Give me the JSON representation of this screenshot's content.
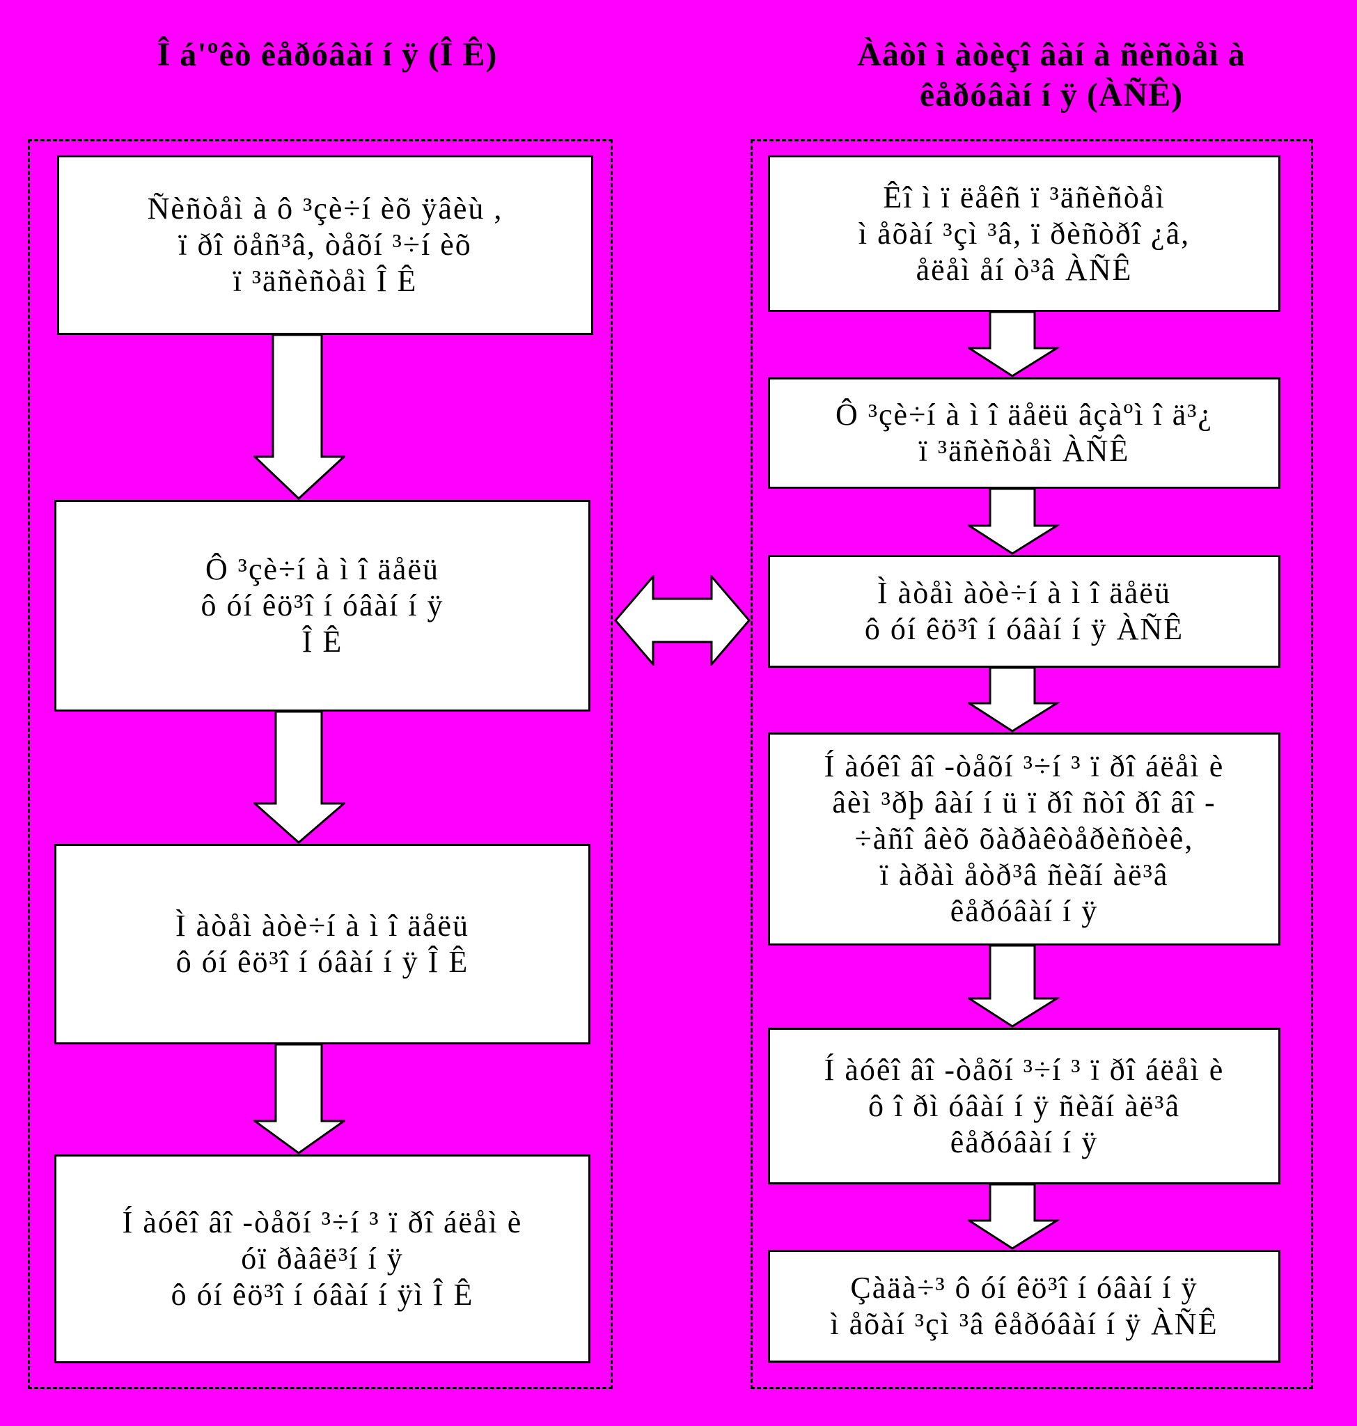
{
  "headings": {
    "left": "Î á'ºêò êåðóâàí í ÿ (Î Ê)",
    "right": "Àâòî ì àòèçî âàí à ñèñòåì à\nêåðóâàí í ÿ (ÀÑÊ)"
  },
  "left_column": {
    "boxes": [
      "Ñèñòåì à ô ³çè÷í èõ ÿâèù ,\nï ðî öåñ³â, òåõí ³÷í èõ\nï ³äñèñòåì  Î Ê",
      "Ô ³çè÷í à ì î äåëü\nô óí êö³î í óâàí í ÿ\nÎ Ê",
      "Ì àòåì àòè÷í à ì î äåëü\nô óí êö³î í óâàí í ÿ Î Ê",
      "Í àóêî âî -òåõí ³÷í ³ ï ðî áëåì è\nóï ðàâë³í í ÿ\nô óí êö³î í óâàí í ÿì  Î Ê"
    ]
  },
  "right_column": {
    "boxes": [
      "Êî ì ï ëåêñ ï ³äñèñòåì\nì åõàí ³çì ³â, ï ðèñòðî ¿â,\nåëåì åí ò³â ÀÑÊ",
      "Ô ³çè÷í à ì î äåëü âçàºì î ä³¿\nï ³äñèñòåì  ÀÑÊ",
      "Ì àòåì àòè÷í à ì î äåëü\nô óí êö³î í óâàí í ÿ ÀÑÊ",
      "Í àóêî âî -òåõí ³÷í ³ ï ðî áëåì è\nâèì ³ðþ âàí í ü ï ðî ñòî ðî âî -\n÷àñî âèõ õàðàêòåðèñòèê,\nï àðàì åòð³â ñèãí àë³â\nêåðóâàí í ÿ",
      "Í àóêî âî -òåõí ³÷í ³ ï ðî áëåì è\nô î ðì óâàí í ÿ ñèãí àë³â\nêåðóâàí í ÿ",
      "Çàäà÷³ ô óí êö³î í óâàí í ÿ\nì åõàí ³çì ³â êåðóâàí í ÿ ÀÑÊ"
    ]
  }
}
